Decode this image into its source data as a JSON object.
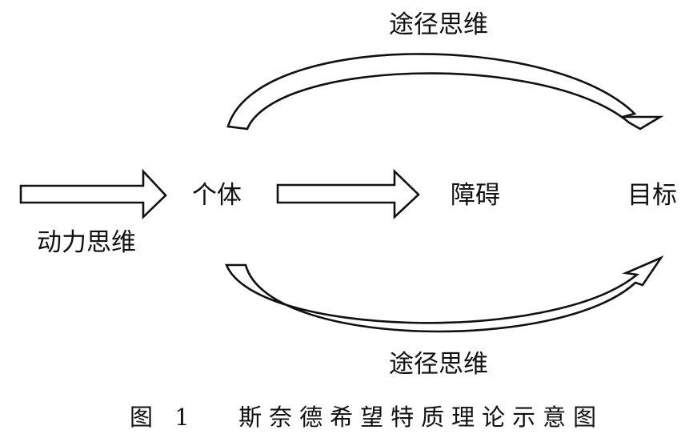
{
  "labels": {
    "top_path": "途径思维",
    "bottom_path": "途径思维",
    "individual": "个体",
    "obstacle": "障碍",
    "goal": "目标",
    "agency": "动力思维"
  },
  "caption": {
    "figure": "图 1",
    "title": "斯奈德希望特质理论示意图"
  },
  "colors": {
    "stroke": "#111111",
    "fill": "#ffffff"
  }
}
